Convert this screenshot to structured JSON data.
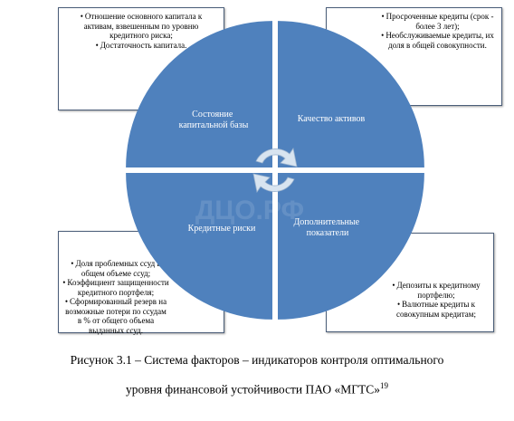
{
  "boxes": {
    "top_left": [
      "Отношение основного капитала к активам, взвешенным по уровню кредитного риска;",
      "Достаточность капитала."
    ],
    "top_right": [
      "Просроченные кредиты (срок - более 3 лет);",
      "Необслуживаемые кредиты, их доля в общей совокупности."
    ],
    "bottom_left": [
      "Доля проблемных ссуд в общем объеме ссуд;",
      "Коэффициент защищенности кредитного портфеля;",
      "Сформированный резерв на возможные потери по ссудам в % от общего объема выданных ссуд."
    ],
    "bottom_right": [
      "Депозиты к кредитному портфелю;",
      "Валютные кредиты к совокупным кредитам;"
    ]
  },
  "quadrants": {
    "top_left": [
      "Состояние",
      "капитальной базы"
    ],
    "top_right": [
      "Качество активов"
    ],
    "bottom_left": [
      "Кредитные риски"
    ],
    "bottom_right": [
      "Дополнительные",
      "показатели"
    ]
  },
  "watermark": "ДЦО.РФ",
  "caption": {
    "line1": "Рисунок 3.1 – Система факторов – индикаторов контроля оптимального",
    "line2": "уровня финансовой устойчивости ПАО «МГТС»",
    "footnote": "19"
  },
  "colors": {
    "quadrant_fill": "#4f81bd",
    "arrow_fill": "#d8e4f0"
  }
}
